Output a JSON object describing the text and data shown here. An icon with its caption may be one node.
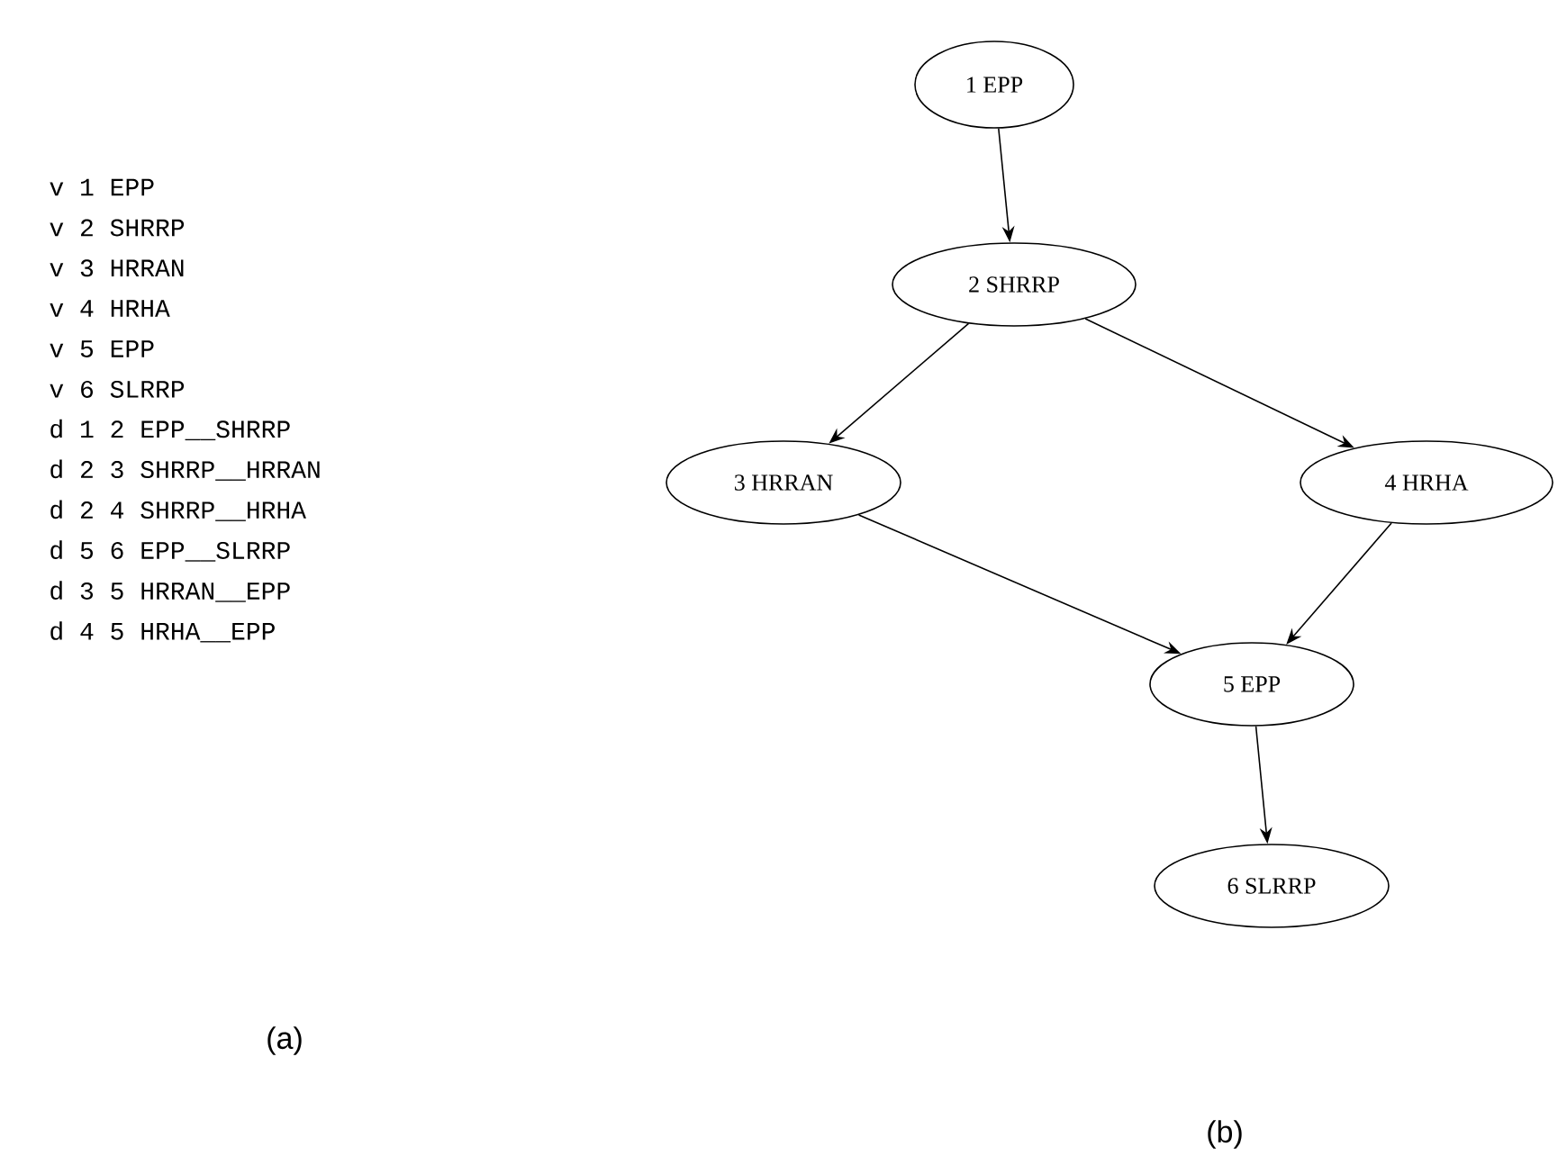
{
  "diagram": {
    "nodes": [
      {
        "text": [
          "1 EPP"
        ]
      },
      {
        "text": [
          "2 SHRRP"
        ]
      },
      {
        "text": [
          "3 HRRAN"
        ]
      },
      {
        "text": [
          "4 HRHA"
        ]
      },
      {
        "text": [
          "5 EPP"
        ]
      },
      {
        "text": [
          "6 SLRRP"
        ]
      }
    ],
    "edges": [
      {
        "from": 0,
        "to": 1,
        "arrow": "to"
      },
      {
        "from": 1,
        "to": 2,
        "arrow": "to"
      },
      {
        "from": 1,
        "to": 3,
        "arrow": "to"
      },
      {
        "from": 2,
        "to": 4,
        "arrow": "to"
      },
      {
        "from": 3,
        "to": 4,
        "arrow": "to"
      },
      {
        "from": 4,
        "to": 5,
        "arrow": "to"
      }
    ],
    "labels": [
      "v 1 EPP",
      "v 2 SHRRP",
      "v 3 HRRAN",
      "v 4 HRHA",
      "v 5 EPP",
      "v 6 SLRRP",
      "d 1 2 EPP__SHRRP",
      "d 2 3 SHRRP__HRRAN",
      "d 2 4 SHRRP__HRHA",
      "d 5 6 EPP__SLRRP",
      "d 3 5 HRRAN__EPP",
      "d 4 5 HRHA__EPP",
      "(a)",
      "(b)"
    ]
  }
}
